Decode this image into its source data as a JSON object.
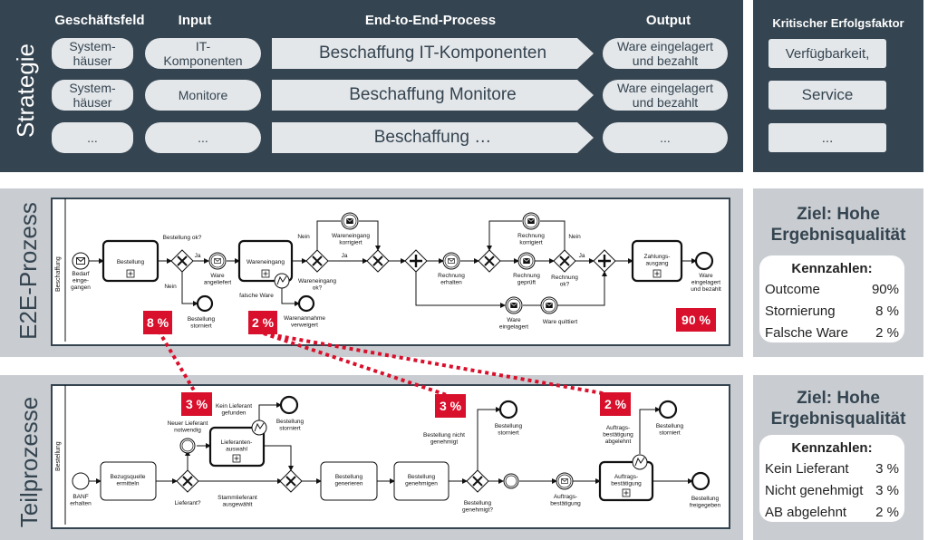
{
  "strategy": {
    "section_label": "Strategie",
    "headers": {
      "field": "Geschäftsfeld",
      "input": "Input",
      "process": "End-to-End-Process",
      "output": "Output",
      "csf": "Kritischer Erfolgsfaktor"
    },
    "rows": [
      {
        "field": "System-\nhäuser",
        "input": "IT-\nKomponenten",
        "process": "Beschaffung IT-Komponenten",
        "output": "Ware eingelagert\nund bezahlt",
        "csf": "Verfügbarkeit,"
      },
      {
        "field": "System-\nhäuser",
        "input": "Monitore",
        "process": "Beschaffung Monitore",
        "output": "Ware eingelagert\nund bezahlt",
        "csf": "Service"
      },
      {
        "field": "...",
        "input": "...",
        "process": "Beschaffung …",
        "output": "...",
        "csf": "..."
      }
    ]
  },
  "e2e": {
    "section_label": "E2E-Prozess",
    "pool_label": "Beschaffung",
    "labels": {
      "start": "Bedarf\neinge-\ngangen",
      "bestellung": "Bestellung",
      "gw1": "Bestellung ok?",
      "ja1": "Ja",
      "nein1": "Nein",
      "angeliefert": "Ware\nangeliefert",
      "storniert": "Bestellung\nstorniert",
      "wareneingang": "Wareneingang",
      "falsche_ware": "falsche Ware",
      "verweigert": "Warenannahme\nverweigert",
      "nein2": "Nein",
      "korrigiert": "Wareneingang\nkorrigiert",
      "gw2": "Wareneingang\nok?",
      "ja2": "Ja",
      "rechnung_erhalten": "Rechnung\nerhalten",
      "rechnung_korrigiert": "Rechnung\nkorrigiert",
      "nein3": "Nein",
      "rechnung_geprueft": "Rechnung\ngeprüft",
      "gw3": "Rechnung\nok?",
      "ja3": "Ja",
      "eingelagert": "Ware\neingelagert",
      "quittiert": "Ware quittiert",
      "zahlung": "Zahlungs-\nausgang",
      "end": "Ware\neingelagert\nund bezahlt"
    },
    "badges": {
      "b1": "8 %",
      "b2": "2 %",
      "b3": "90 %"
    }
  },
  "e2e_kpi": {
    "title": "Ziel: Hohe\nErgebnisqualität",
    "head": "Kennzahlen:",
    "rows": [
      {
        "name": "Outcome",
        "value": "90%"
      },
      {
        "name": "Stornierung",
        "value": "8 %"
      },
      {
        "name": "Falsche Ware",
        "value": "2 %"
      }
    ]
  },
  "sub": {
    "section_label": "Teilprozesse",
    "pool_label": "Bestellung",
    "labels": {
      "start": "BANF\nerhalten",
      "bezugsquelle": "Bezugsquelle\nermitteln",
      "lieferant": "Lieferant?",
      "neuer": "Neuer Lieferant\nnotwendig",
      "lieferantenauswahl": "Lieferanten-\nauswahl",
      "kein_lieferant": "Kein Lieferant\ngefunden",
      "storniert1": "Bestellung\nstorniert",
      "stammlieferant": "Stammlieferant\nausgewählt",
      "generieren": "Bestellung\ngenerieren",
      "genehmigen": "Bestellung\ngenehmigen",
      "nicht_genehmigt": "Bestellung nicht\ngenehmigt",
      "storniert2": "Bestellung\nstorniert",
      "genehmigt": "Bestellung\ngenehmigt?",
      "ab": "Auftrags-\nbestätigung",
      "ab_abgelehnt": "Auftrags-\nbestätigung\nabgelehnt",
      "storniert3": "Bestellung\nstorniert",
      "ab_task": "Auftrags-\nbestätigung",
      "freigegeben": "Bestellung\nfreigegeben"
    },
    "badges": {
      "b1": "3 %",
      "b2": "3 %",
      "b3": "2 %"
    }
  },
  "sub_kpi": {
    "title": "Ziel: Hohe\nErgebnisqualität",
    "head": "Kennzahlen:",
    "rows": [
      {
        "name": "Kein Lieferant",
        "value": "3 %"
      },
      {
        "name": "Nicht genehmigt",
        "value": "3 %"
      },
      {
        "name": "AB abgelehnt",
        "value": "2 %"
      }
    ]
  },
  "colors": {
    "dark": "#344450",
    "panel_grey": "#c9cdd1",
    "pill": "#e4e7ea",
    "badge_red": "#d8102c"
  }
}
